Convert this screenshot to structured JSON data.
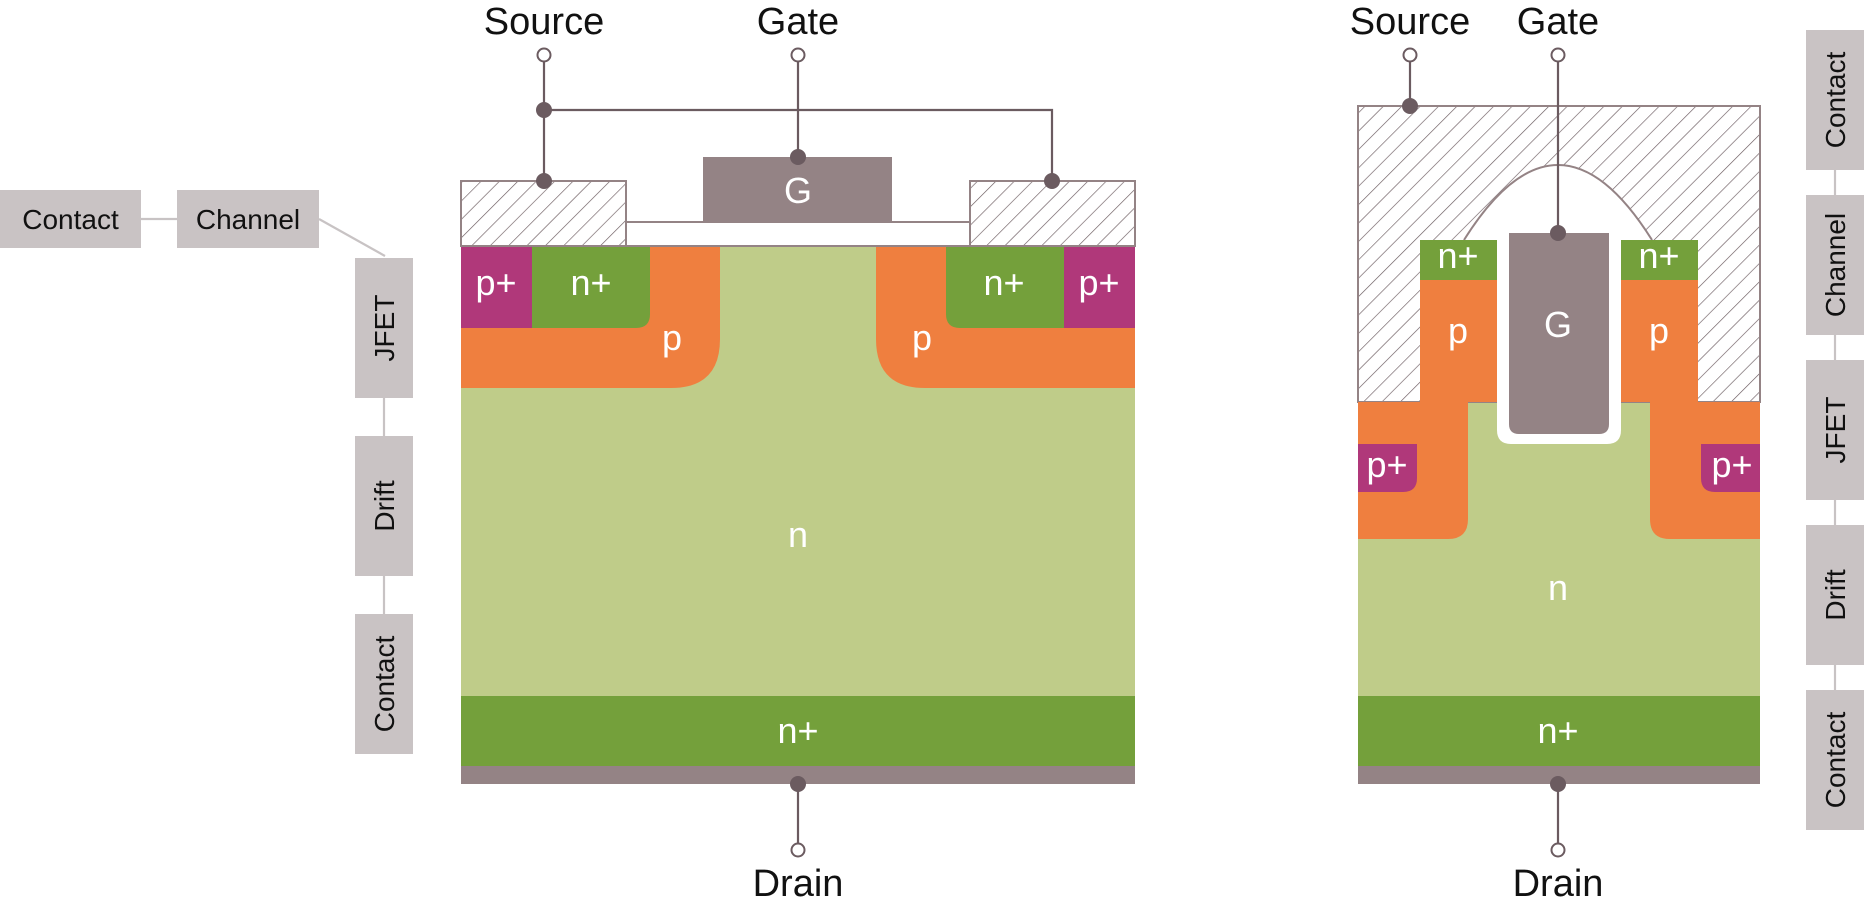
{
  "colors": {
    "n_drift": "#bfcc89",
    "n_plus": "#74a03b",
    "p_body": "#ef7f3f",
    "p_plus": "#b0387a",
    "gate": "#948385",
    "metal_hatch": "#6b5b60",
    "box": "#c9c3c4",
    "wire": "#6b5b60"
  },
  "planar": {
    "terminals": {
      "source": "Source",
      "gate": "Gate",
      "drain": "Drain"
    },
    "regions": {
      "gate": "G",
      "p_plus_left": "p+",
      "n_plus_left": "n+",
      "p_left": "p",
      "n_plus_right": "n+",
      "p_plus_right": "p+",
      "p_right": "p",
      "n_drift": "n",
      "n_plus_substrate": "n+"
    }
  },
  "trench": {
    "terminals": {
      "source": "Source",
      "gate": "Gate",
      "drain": "Drain"
    },
    "regions": {
      "gate": "G",
      "n_plus_left": "n+",
      "n_plus_right": "n+",
      "p_left": "p",
      "p_right": "p",
      "p_plus_left": "p+",
      "p_plus_right": "p+",
      "n_drift": "n",
      "n_plus_substrate": "n+"
    }
  },
  "left_labels": {
    "contact_top": "Contact",
    "channel": "Channel",
    "jfet": "JFET",
    "drift": "Drift",
    "contact_bottom": "Contact"
  },
  "right_labels": {
    "contact_top": "Contact",
    "channel": "Channel",
    "jfet": "JFET",
    "drift": "Drift",
    "contact_bottom": "Contact"
  },
  "icons": {
    "open_terminal": "open-circle-icon",
    "junction": "filled-dot-icon",
    "metal": "hatched-metal-pattern"
  }
}
